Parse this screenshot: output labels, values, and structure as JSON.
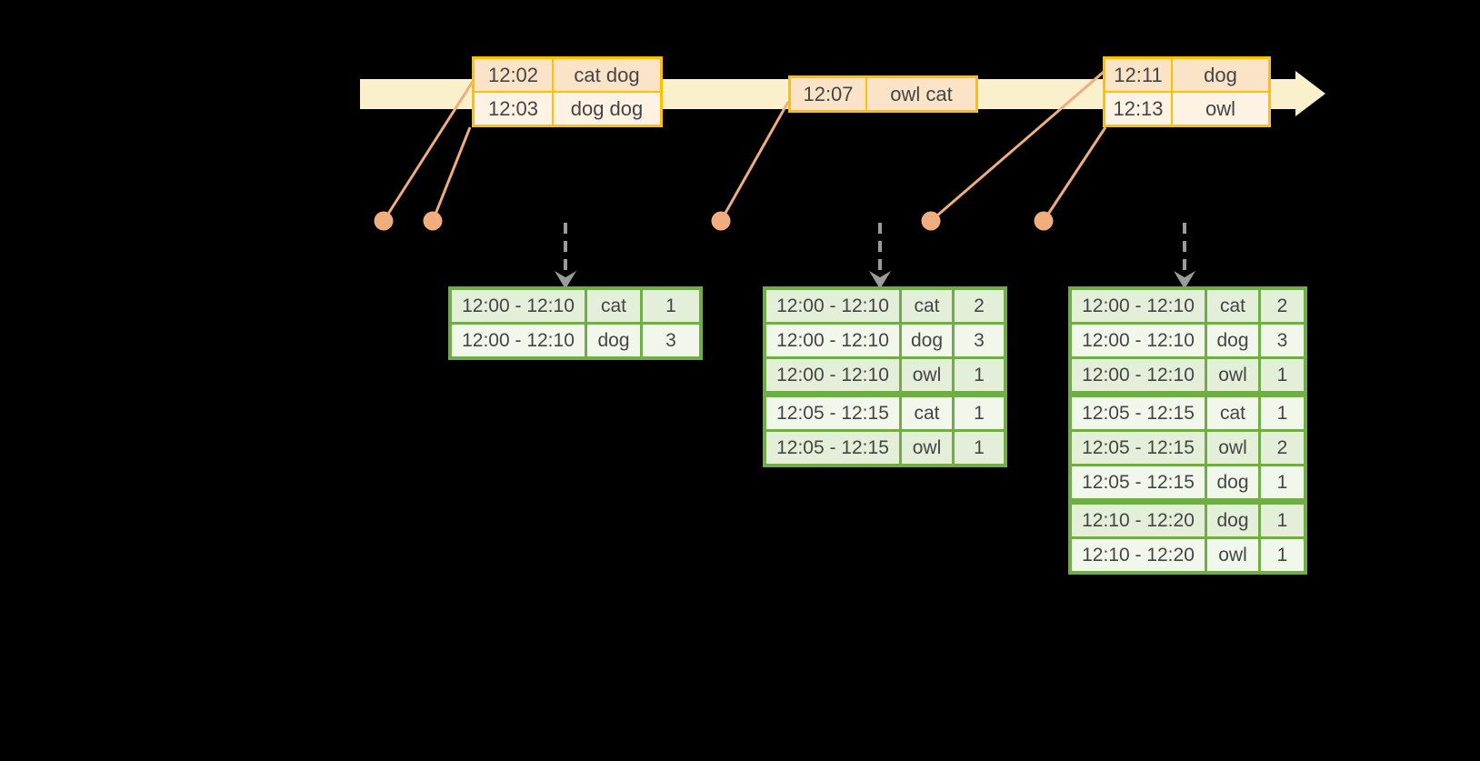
{
  "colors": {
    "background": "#000000",
    "timeline_band": "#FAF0CC",
    "event_table_border": "#FFC000",
    "event_row_dark": "#FAE3C6",
    "event_row_light": "#FDF2E4",
    "connector": "#F0AD7E",
    "trigger_arrow": "#9B9B9B",
    "result_table_border": "#70AD47",
    "result_row_dark": "#E3EFD8",
    "result_row_light": "#F2F7EC",
    "text": "#454545"
  },
  "event_tables": [
    {
      "name": "events-at-12-02",
      "rows": [
        {
          "time": "12:02",
          "words": "cat dog"
        },
        {
          "time": "12:03",
          "words": "dog dog"
        }
      ]
    },
    {
      "name": "events-at-12-07",
      "rows": [
        {
          "time": "12:07",
          "words": "owl cat"
        }
      ]
    },
    {
      "name": "events-at-12-11",
      "rows": [
        {
          "time": "12:11",
          "words": "dog"
        },
        {
          "time": "12:13",
          "words": "owl"
        }
      ]
    }
  ],
  "result_tables": [
    {
      "name": "result-table-1",
      "rows": [
        {
          "window": "12:00 - 12:10",
          "word": "cat",
          "count": "1"
        },
        {
          "window": "12:00 - 12:10",
          "word": "dog",
          "count": "3"
        }
      ]
    },
    {
      "name": "result-table-2",
      "rows": [
        {
          "window": "12:00 - 12:10",
          "word": "cat",
          "count": "2"
        },
        {
          "window": "12:00 - 12:10",
          "word": "dog",
          "count": "3"
        },
        {
          "window": "12:00 - 12:10",
          "word": "owl",
          "count": "1"
        },
        {
          "window": "12:05 - 12:15",
          "word": "cat",
          "count": "1"
        },
        {
          "window": "12:05 - 12:15",
          "word": "owl",
          "count": "1"
        }
      ]
    },
    {
      "name": "result-table-3",
      "rows": [
        {
          "window": "12:00 - 12:10",
          "word": "cat",
          "count": "2"
        },
        {
          "window": "12:00 - 12:10",
          "word": "dog",
          "count": "3"
        },
        {
          "window": "12:00 - 12:10",
          "word": "owl",
          "count": "1"
        },
        {
          "window": "12:05 - 12:15",
          "word": "cat",
          "count": "1"
        },
        {
          "window": "12:05 - 12:15",
          "word": "owl",
          "count": "2"
        },
        {
          "window": "12:05 - 12:15",
          "word": "dog",
          "count": "1"
        },
        {
          "window": "12:10 - 12:20",
          "word": "dog",
          "count": "1"
        },
        {
          "window": "12:10 - 12:20",
          "word": "owl",
          "count": "1"
        }
      ]
    }
  ]
}
